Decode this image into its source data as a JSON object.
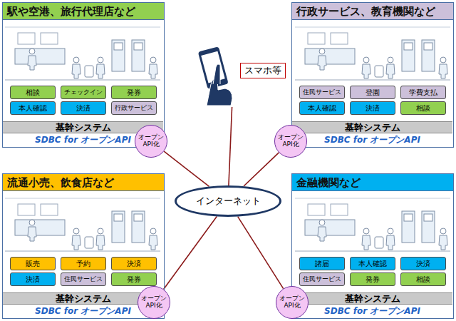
{
  "diagram": {
    "nodes": [
      {
        "text": [
          "駅や空港、旅行代理店など"
        ]
      },
      {
        "text": [
          "相談"
        ],
        "in": 0
      },
      {
        "text": [
          "チェックイン"
        ],
        "in": 0
      },
      {
        "text": [
          "発券"
        ],
        "in": 0
      },
      {
        "text": [
          "本人確認"
        ],
        "in": 0
      },
      {
        "text": [
          "決済"
        ],
        "in": 0
      },
      {
        "text": [
          "行政サービス"
        ],
        "in": 0
      },
      {
        "text": [
          "基幹システム"
        ],
        "in": 0
      },
      {
        "text": [
          "SDBC for オープンAPI"
        ],
        "in": 0
      },
      {
        "text": [
          "行政サービス、教育機関など"
        ]
      },
      {
        "text": [
          "住民サービス"
        ],
        "in": 9
      },
      {
        "text": [
          "登園"
        ],
        "in": 9
      },
      {
        "text": [
          "学費支払"
        ],
        "in": 9
      },
      {
        "text": [
          "本人確認"
        ],
        "in": 9
      },
      {
        "text": [
          "決済"
        ],
        "in": 9
      },
      {
        "text": [
          "相談"
        ],
        "in": 9
      },
      {
        "text": [
          "基幹システム"
        ],
        "in": 9
      },
      {
        "text": [
          "SDBC for オープンAPI"
        ],
        "in": 9
      },
      {
        "text": [
          "スマホ等"
        ]
      },
      {
        "text": [
          "オープン API化"
        ]
      },
      {
        "text": [
          "オープン API化"
        ]
      },
      {
        "text": [
          "インターネット"
        ]
      },
      {
        "text": [
          "流通小売、飲食店など"
        ]
      },
      {
        "text": [
          "販売"
        ],
        "in": 22
      },
      {
        "text": [
          "予約"
        ],
        "in": 22
      },
      {
        "text": [
          "決済"
        ],
        "in": 22
      },
      {
        "text": [
          "決済"
        ],
        "in": 22
      },
      {
        "text": [
          "住民サービス"
        ],
        "in": 22
      },
      {
        "text": [
          "発券"
        ],
        "in": 22
      },
      {
        "text": [
          "基幹システム"
        ],
        "in": 22
      },
      {
        "text": [
          "SDBC for オープンAPI"
        ],
        "in": 22
      },
      {
        "text": [
          "オープン API化"
        ]
      },
      {
        "text": [
          "金融機関など"
        ]
      },
      {
        "text": [
          "諸届"
        ],
        "in": 32
      },
      {
        "text": [
          "本人確認"
        ],
        "in": 32
      },
      {
        "text": [
          "決済"
        ],
        "in": 32
      },
      {
        "text": [
          "住民サービス"
        ],
        "in": 32
      },
      {
        "text": [
          "発券"
        ],
        "in": 32
      },
      {
        "text": [
          "相談"
        ],
        "in": 32
      },
      {
        "text": [
          "基幹システム"
        ],
        "in": 32
      },
      {
        "text": [
          "SDBC for オープンAPI"
        ],
        "in": 32
      },
      {
        "text": [
          "オープン API化"
        ]
      }
    ],
    "edges": [
      {
        "from": 21,
        "to": 18,
        "arrow": "none"
      },
      {
        "from": 21,
        "to": 19,
        "arrow": "none"
      },
      {
        "from": 21,
        "to": 20,
        "arrow": "none"
      },
      {
        "from": 21,
        "to": 31,
        "arrow": "none"
      },
      {
        "from": 21,
        "to": 41,
        "arrow": "none"
      }
    ]
  }
}
